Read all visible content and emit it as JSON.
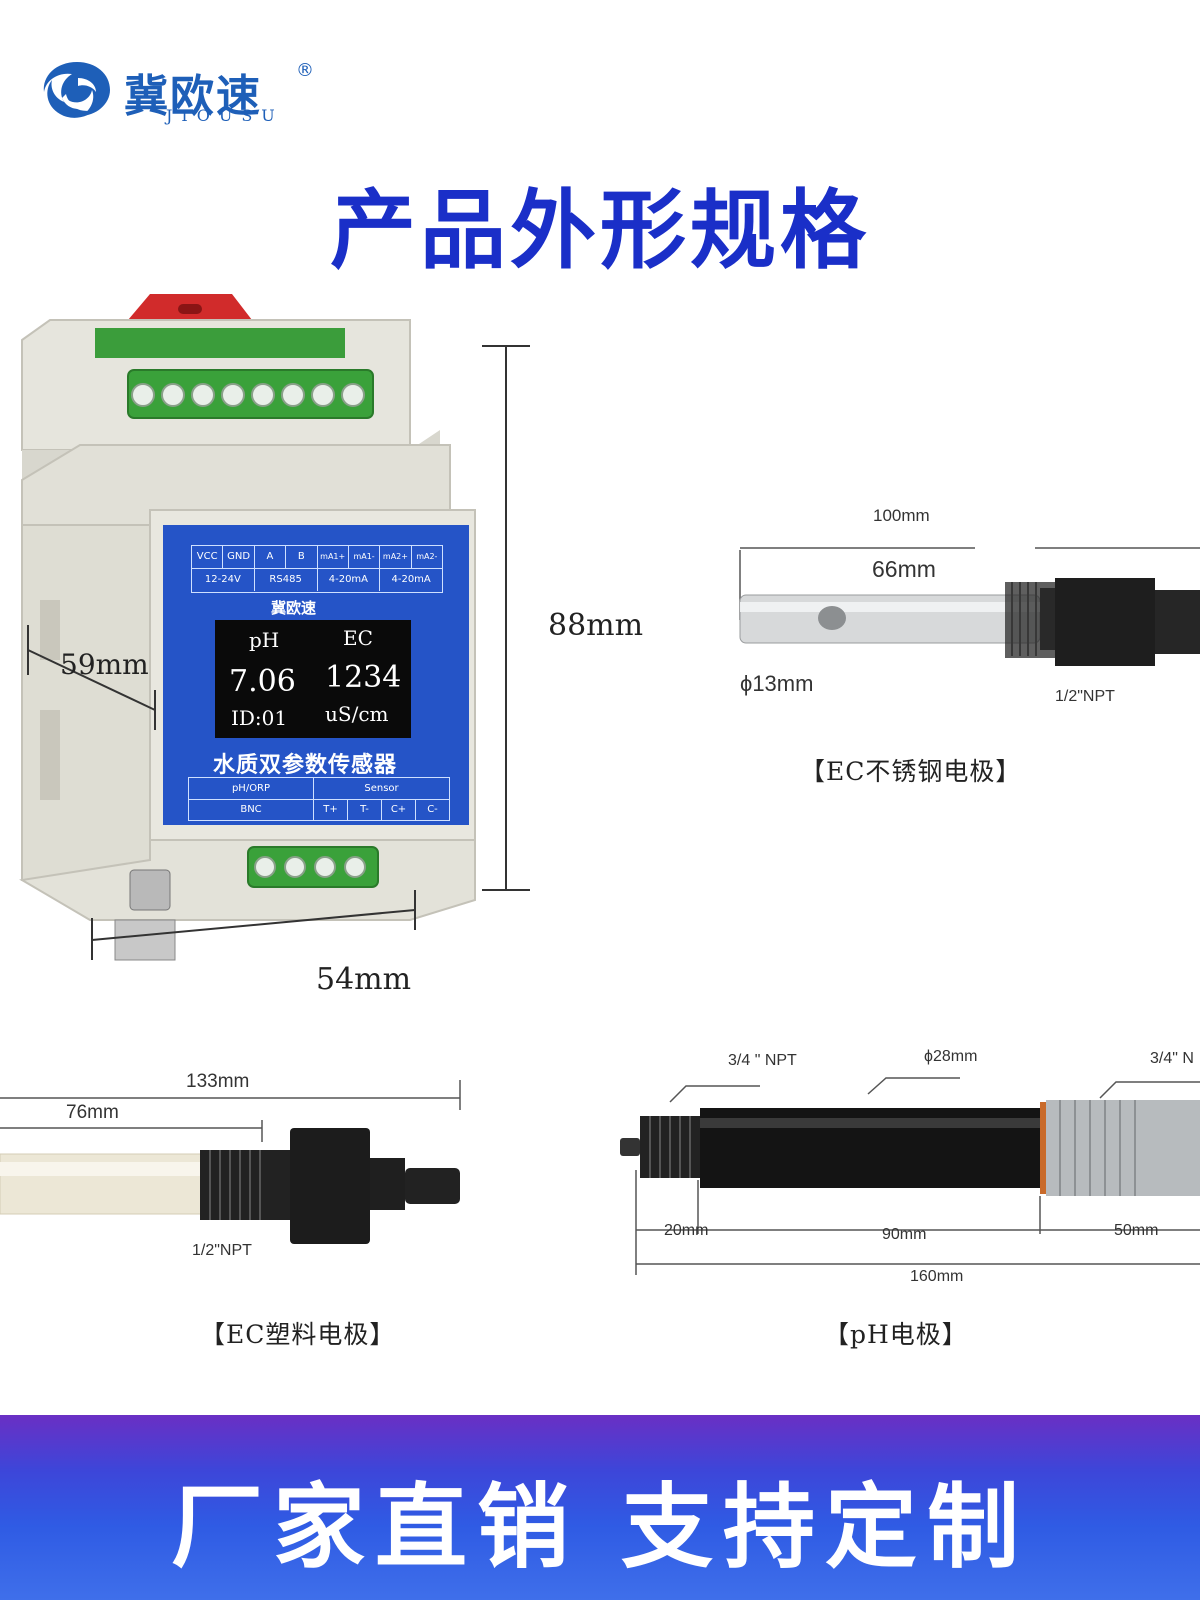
{
  "brand": {
    "name_cn": "冀欧速",
    "name_en": "JIOUSU",
    "registered": "®"
  },
  "title": "产品外形规格",
  "device": {
    "terminal_top": {
      "row1": [
        "VCC",
        "GND",
        "A",
        "B",
        "mA1+",
        "mA1-",
        "mA2+",
        "mA2-"
      ],
      "row2": [
        "12-24V",
        "RS485",
        "4-20mA",
        "4-20mA"
      ]
    },
    "panel_brand": "冀欧速",
    "screen": {
      "label_left": "pH",
      "label_right": "EC",
      "value_left": "7.06",
      "value_right": "1234",
      "id": "ID:01",
      "unit": "uS/cm"
    },
    "product_name": "水质双参数传感器",
    "terminal_bottom": {
      "left_top": "pH/ORP",
      "left_bottom": "BNC",
      "sensor_label": "Sensor",
      "sensor_pins": [
        "T+",
        "T-",
        "C+",
        "C-"
      ]
    },
    "dimensions": {
      "height": "88mm",
      "depth": "59mm",
      "width": "54mm"
    }
  },
  "ec_steel": {
    "total": "100mm",
    "tube": "66mm",
    "diameter": "ϕ13mm",
    "thread": "1/2\"NPT",
    "caption": "【EC不锈钢电极】"
  },
  "ec_plastic": {
    "total": "133mm",
    "tube": "76mm",
    "thread": "1/2\"NPT",
    "caption": "【EC塑料电极】"
  },
  "ph": {
    "thread_left": "3/4 \" NPT",
    "diameter": "ϕ28mm",
    "thread_right": "3/4\" N",
    "seg1": "20mm",
    "seg2": "90mm",
    "seg3": "50mm",
    "total": "160mm",
    "caption": "【pH电极】"
  },
  "banner": {
    "text": "厂家直销 支持定制"
  },
  "colors": {
    "brand_blue": "#1e5fb8",
    "title_blue": "#1a2fc8",
    "panel_blue": "#2554c7",
    "terminal_green": "#3aa13a",
    "clip_red": "#d12b2b",
    "banner_purple": "#6a2fc4",
    "banner_blue": "#3f6fea"
  }
}
